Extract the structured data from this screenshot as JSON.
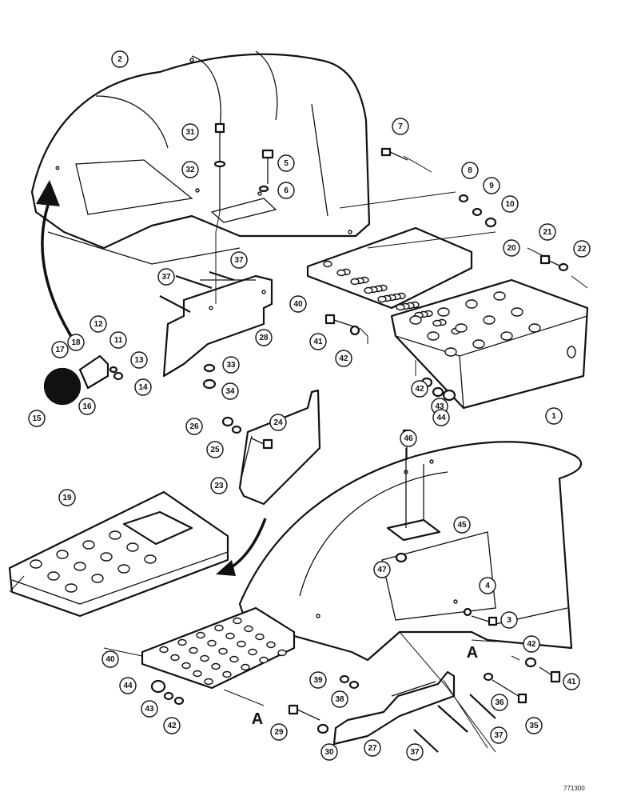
{
  "drawing_code": "771300",
  "section_letters": [
    "A",
    "A"
  ],
  "callouts": [
    "1",
    "2",
    "3",
    "4",
    "5",
    "6",
    "7",
    "8",
    "9",
    "10",
    "11",
    "12",
    "13",
    "14",
    "15",
    "16",
    "17",
    "18",
    "19",
    "20",
    "21",
    "22",
    "23",
    "24",
    "25",
    "26",
    "27",
    "28",
    "29",
    "30",
    "31",
    "32",
    "33",
    "34",
    "35",
    "36",
    "37",
    "37",
    "37",
    "37",
    "38",
    "39",
    "40",
    "40",
    "41",
    "41",
    "42",
    "42",
    "42",
    "42",
    "43",
    "43",
    "44",
    "44",
    "45",
    "46",
    "47"
  ]
}
